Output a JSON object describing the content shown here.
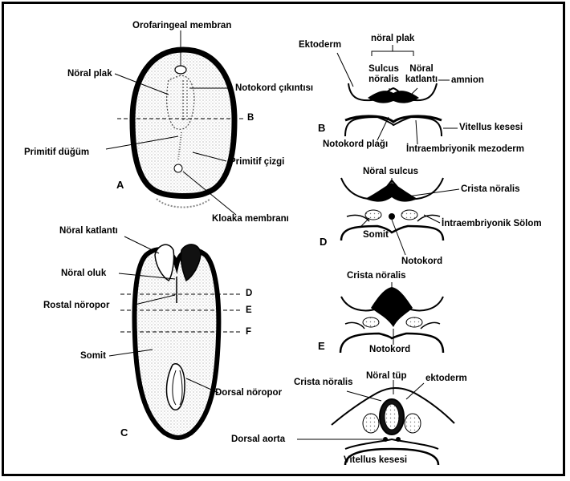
{
  "labels": {
    "orofaringeal": "Orofaringeal membran",
    "noral_plak_a": "Nöral plak",
    "notokord_cikintisi": "Notokord çıkıntısı",
    "b_marker": "B",
    "primitif_dugum": "Primitif düğüm",
    "primitif_cizgi": "Primitif çizgi",
    "kloaka": "Kloaka membranı",
    "ektoderm_b": "Ektoderm",
    "noral_plak_b": "nöral plak",
    "sulcus_noralis_1": "Sulcus",
    "sulcus_noralis_2": "nöralis",
    "noral_katlanti_b1": "Nöral",
    "noral_katlanti_b2": "katlantı",
    "amnion": "amnion",
    "vitellus_b": "Vitellus kesesi",
    "notokord_plagi": "Notokord plağı",
    "intraembriyonik_mezoderm": "İntraembriyonik mezoderm",
    "noral_sulcus": "Nöral sulcus",
    "crista_d": "Crista nöralis",
    "intraembriyonik_solom": "İntraembriyonik Sölom",
    "somit_d": "Somit",
    "notokord_d": "Notokord",
    "noral_katlanti_c": "Nöral katlantı",
    "noral_oluk": "Nöral oluk",
    "rostal_noropor": "Rostal nöropor",
    "d_marker": "D",
    "e_marker": "E",
    "f_marker": "F",
    "somit_c": "Somit",
    "dorsal_noropor": "Dorsal nöropor",
    "crista_e": "Crista nöralis",
    "notokord_e": "Notokord",
    "crista_f": "Crista nöralis",
    "noral_tup": "Nöral tüp",
    "ektoderm_f": "ektoderm",
    "dorsal_aorta": "Dorsal aorta",
    "vitellus_f": "Vitellus kesesi"
  },
  "panels": {
    "a": "A",
    "b": "B",
    "c": "C",
    "d": "D",
    "e": "E"
  }
}
